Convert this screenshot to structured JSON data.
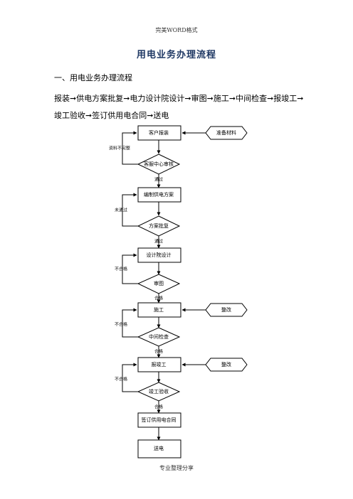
{
  "header": {
    "note": "完美WORD格式"
  },
  "document": {
    "title": "用电业务办理流程",
    "section_heading": "一、用电业务办理流程",
    "flow_summary": "报装➞供电方案批复➞电力设计院设计➞审图➞施工➞中间检查➞报竣工➞竣工验收➞签订供用电合同➞送电"
  },
  "flowchart": {
    "nodes": {
      "customer_apply": "客户报装",
      "prepare_materials": "准备材料",
      "service_review": "客服中心审核",
      "compile_plan": "编制供电方案",
      "plan_approval": "方案批复",
      "design_institute": "设计院设计",
      "drawing_review": "审图",
      "construction": "施工",
      "rectify_1": "整改",
      "mid_inspection": "中间检查",
      "report_completion": "报竣工",
      "rectify_2": "整改",
      "completion_acceptance": "竣工验收",
      "sign_contract": "签订供用电合同",
      "power_on": "送电"
    },
    "edges": {
      "materials_incomplete": "资料不完整",
      "pass_1": "通过",
      "not_pass": "未通过",
      "pass_2": "通过",
      "unqualified_1": "不合格",
      "qualified_1": "合格",
      "unqualified_2": "不合格",
      "qualified_2": "合格",
      "unqualified_3": "不合格",
      "qualified_3": "合格"
    }
  },
  "footer": {
    "note": "专业整理分享"
  }
}
